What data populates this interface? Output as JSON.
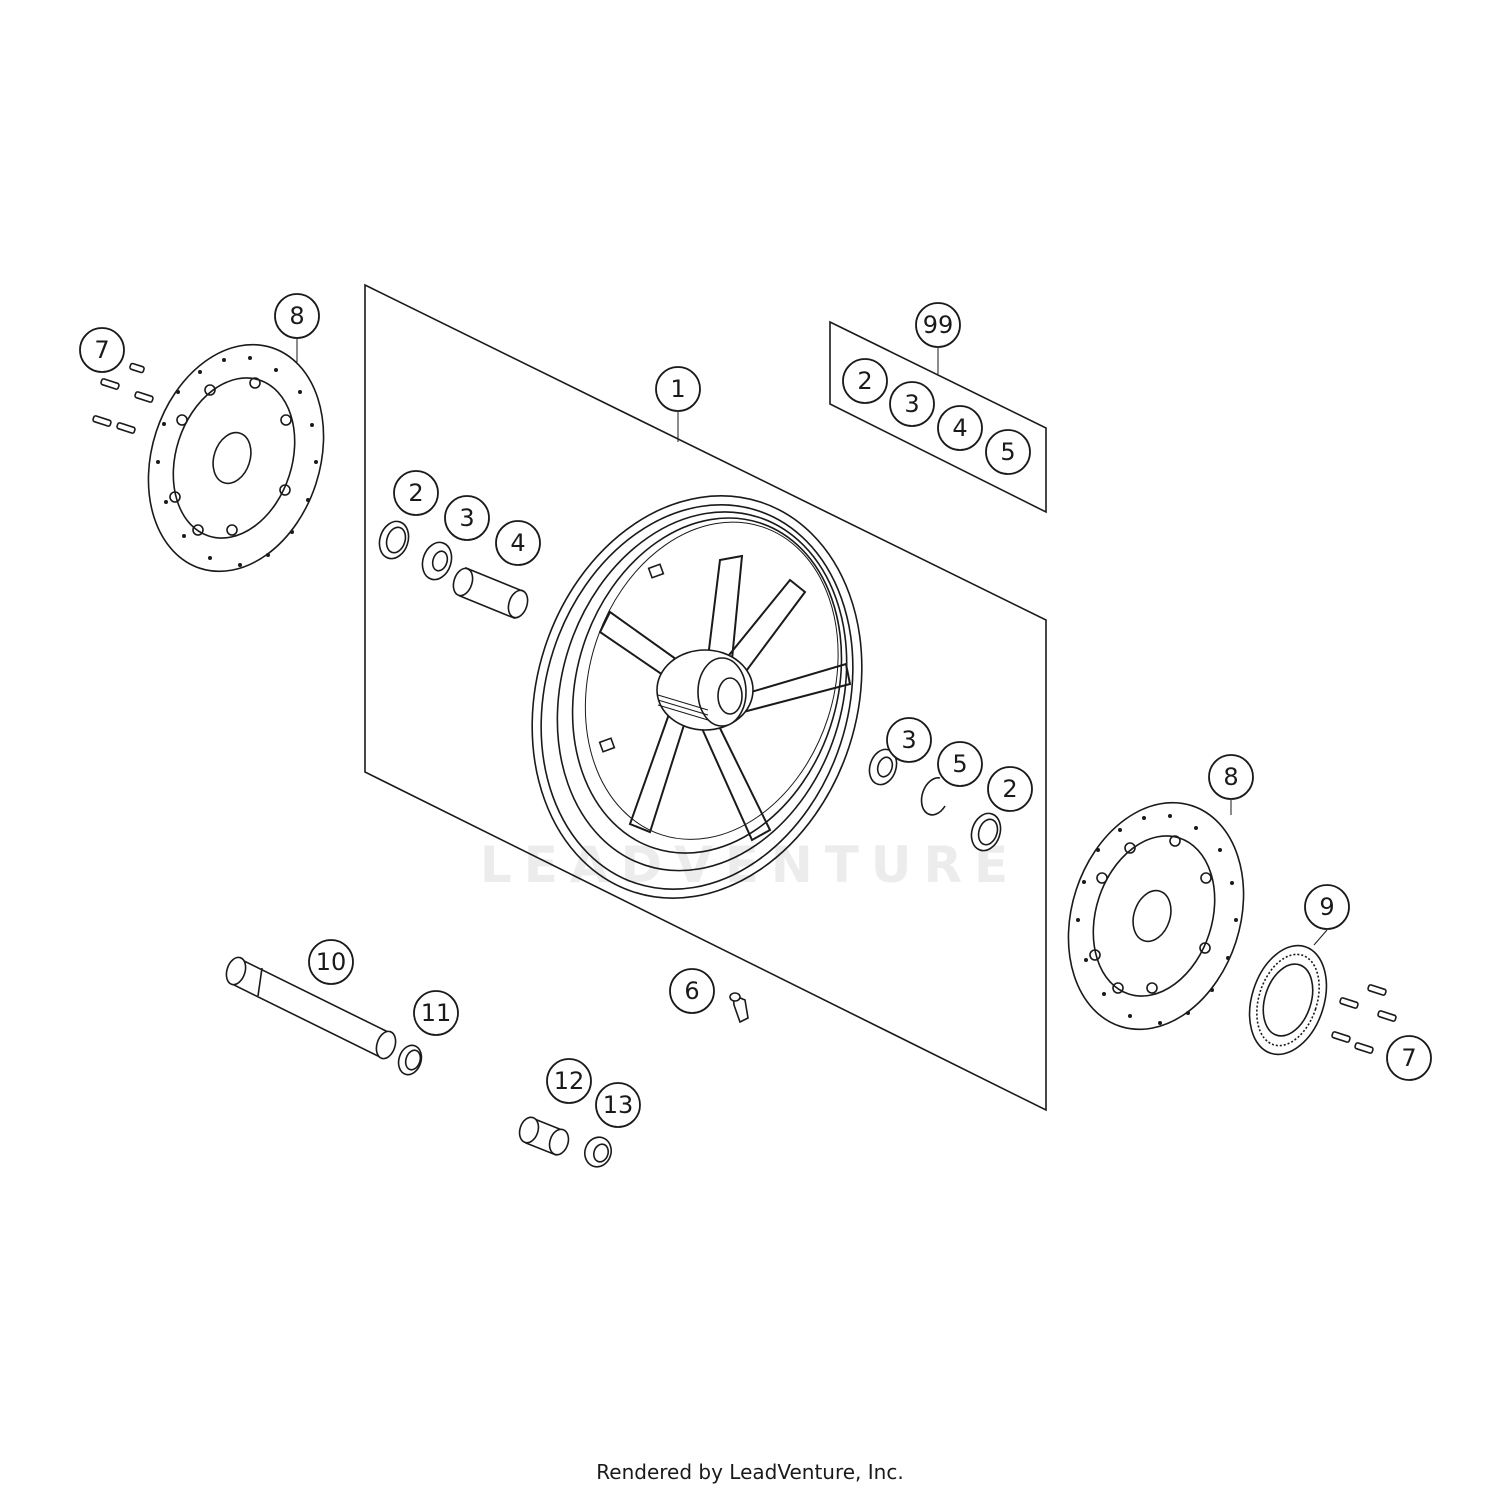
{
  "watermark": "LEADVENTURE",
  "footer": "Rendered by LeadVenture, Inc.",
  "callouts": {
    "c1": "1",
    "c2a": "2",
    "c3a": "3",
    "c4a": "4",
    "c99": "99",
    "c2k": "2",
    "c3k": "3",
    "c4k": "4",
    "c5k": "5",
    "c3b": "3",
    "c5b": "5",
    "c2b": "2",
    "c6": "6",
    "c7a": "7",
    "c8a": "8",
    "c8b": "8",
    "c9": "9",
    "c7b": "7",
    "c10": "10",
    "c11": "11",
    "c12": "12",
    "c13": "13"
  }
}
